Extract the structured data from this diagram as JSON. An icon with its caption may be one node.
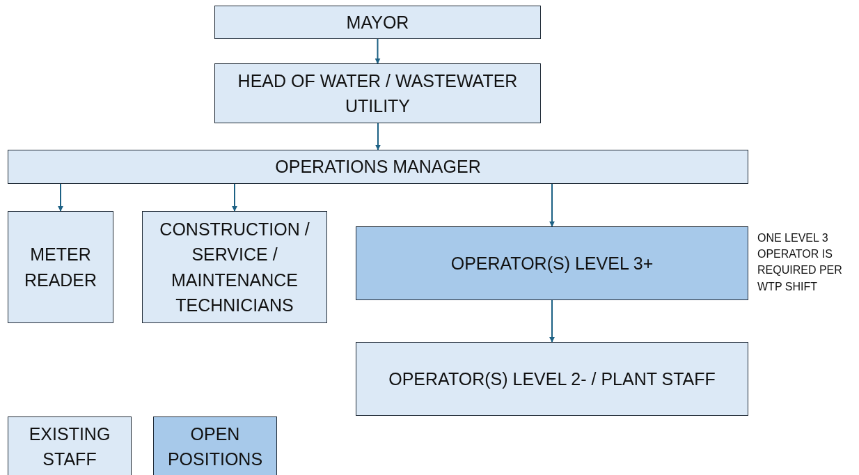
{
  "diagram": {
    "nodes": [
      {
        "text": [
          "MAYOR"
        ]
      },
      {
        "text": [
          "HEAD OF WATER / WASTEWATER UTILITY"
        ]
      },
      {
        "text": [
          "OPERATIONS MANAGER"
        ]
      },
      {
        "text": [
          "METER READER"
        ]
      },
      {
        "text": [
          "CONSTRUCTION / SERVICE / MAINTENANCE TECHNICIANS"
        ]
      },
      {
        "text": [
          "OPERATOR(S) LEVEL 3+"
        ],
        "beside": [
          "ONE LEVEL 3 OPERATOR IS REQUIRED PER WTP SHIFT"
        ]
      },
      {
        "text": [
          "OPERATOR(S) LEVEL 2- / PLANT STAFF"
        ]
      }
    ],
    "edges": [
      {
        "from": 0,
        "to": 1,
        "arrow": "to"
      },
      {
        "from": 1,
        "to": 2,
        "arrow": "to"
      },
      {
        "from": 2,
        "to": 3,
        "arrow": "to"
      },
      {
        "from": 2,
        "to": 4,
        "arrow": "to"
      },
      {
        "from": 2,
        "to": 5,
        "arrow": "to"
      },
      {
        "from": 5,
        "to": 6,
        "arrow": "to"
      }
    ],
    "legend": [
      {
        "text": "EXISTING STAFF",
        "color": "#dce9f6"
      },
      {
        "text": "OPEN POSITIONS",
        "color": "#a7c9ea"
      }
    ]
  }
}
